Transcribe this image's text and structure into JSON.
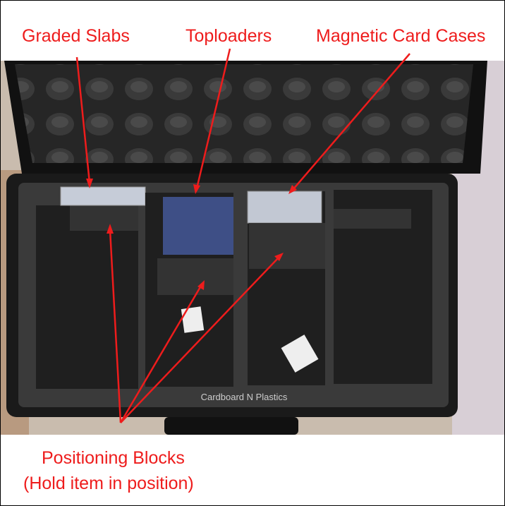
{
  "labels": {
    "graded_slabs": "Graded Slabs",
    "toploaders": "Toploaders",
    "magnetic_cases": "Magnetic Card Cases",
    "positioning_line1": "Positioning Blocks",
    "positioning_line2": "(Hold item in position)"
  },
  "case_engraving": "Cardboard N Plastics",
  "colors": {
    "annotation": "#ee1c1c",
    "foam": "#2b2b2b",
    "case": "#1a1a1a"
  }
}
